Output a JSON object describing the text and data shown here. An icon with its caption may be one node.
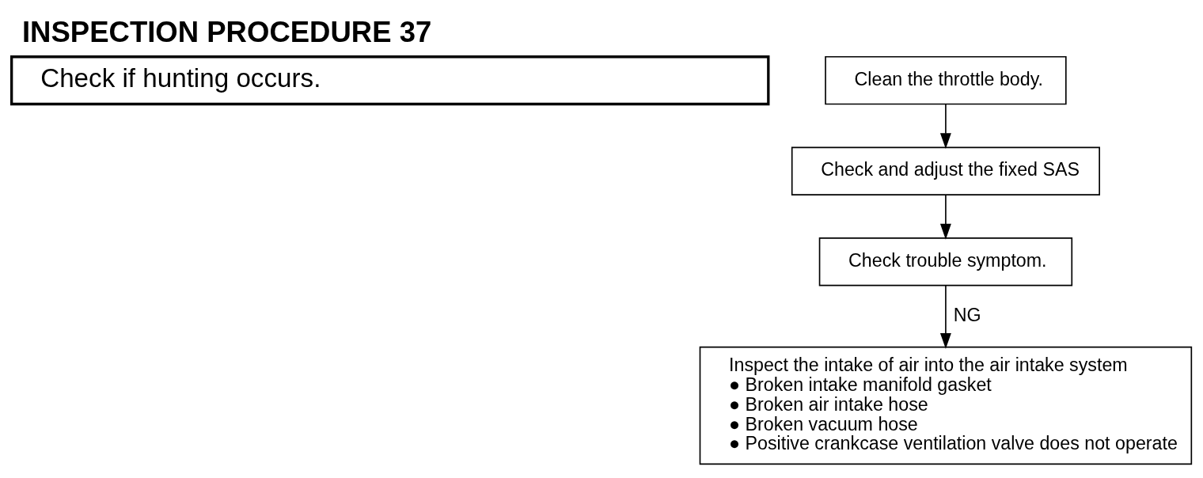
{
  "diagram": {
    "title": "INSPECTION PROCEDURE 37",
    "nodes": [
      {
        "text": [
          "Check if hunting occurs."
        ]
      },
      {
        "text": [
          "Clean the throttle body."
        ]
      },
      {
        "text": [
          "Check and adjust the fixed SAS"
        ]
      },
      {
        "text": [
          "Check trouble symptom."
        ]
      },
      {
        "text": [
          "Inspect the intake of air into the air intake system",
          "● Broken intake manifold gasket",
          "● Broken air intake hose",
          "● Broken vacuum hose",
          "● Positive crankcase ventilation valve does not operate"
        ]
      }
    ],
    "edges": [
      {
        "from": 1,
        "to": 2,
        "arrow": "to"
      },
      {
        "from": 2,
        "to": 3,
        "arrow": "to"
      },
      {
        "from": 3,
        "to": 4,
        "arrow": "to",
        "label": "NG"
      }
    ]
  }
}
